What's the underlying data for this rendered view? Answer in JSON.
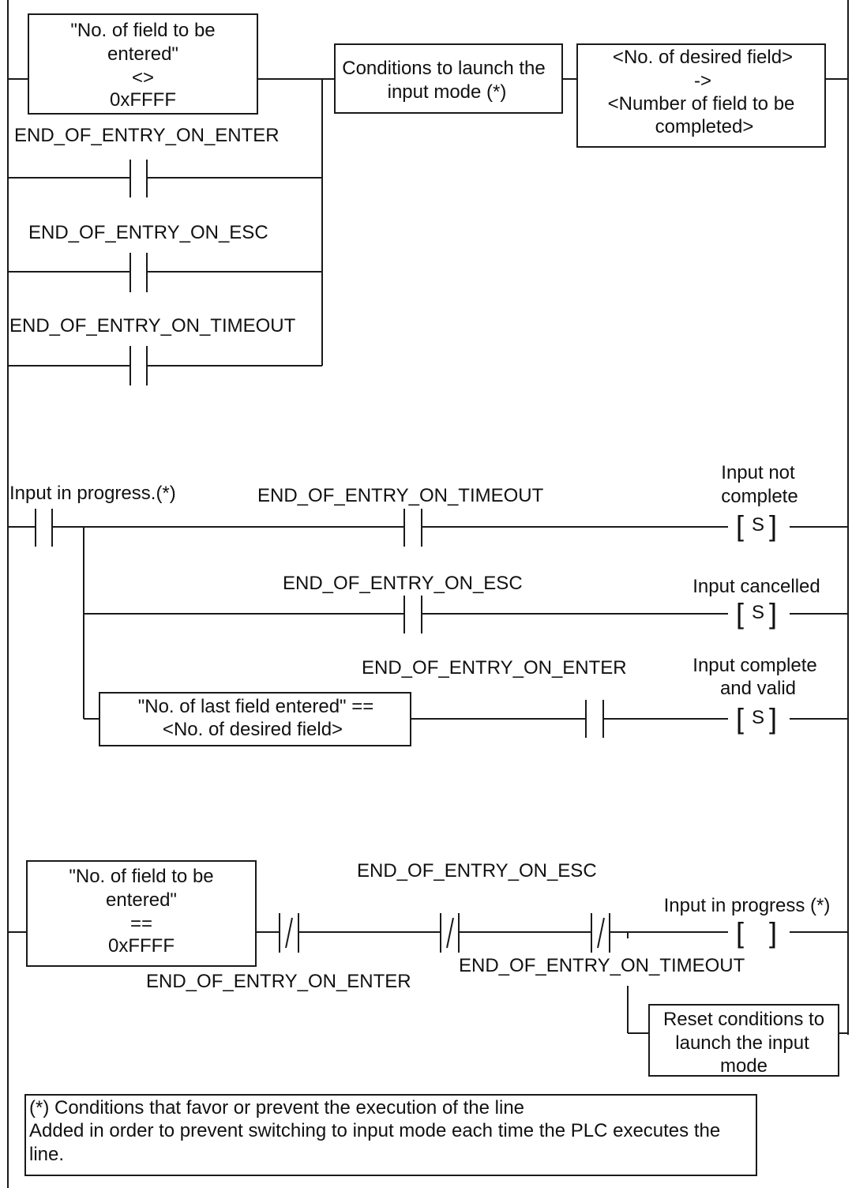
{
  "rung1": {
    "condition_box": {
      "line1": "\"No. of field to be",
      "line2": "entered\"",
      "line3": "<>",
      "line4": "0xFFFF"
    },
    "contact_enter": "END_OF_ENTRY_ON_ENTER",
    "contact_esc": "END_OF_ENTRY_ON_ESC",
    "contact_timeout": "END_OF_ENTRY_ON_TIMEOUT",
    "launch_box": {
      "line1": "Conditions to launch the",
      "line2": "input mode (*)"
    },
    "assign_box": {
      "line1": "<No. of desired field>",
      "line2": "->",
      "line3": "<Number of field to be",
      "line4": "completed>"
    }
  },
  "rung2": {
    "input_in_progress": "Input in progress.(*)",
    "contact_timeout": "END_OF_ENTRY_ON_TIMEOUT",
    "coil_not_complete": {
      "line1": "Input not",
      "line2": "complete",
      "letter": "S"
    },
    "contact_esc": "END_OF_ENTRY_ON_ESC",
    "coil_cancelled": {
      "line1": "Input cancelled",
      "letter": "S"
    },
    "compare_box": {
      "line1": "\"No. of last field entered\" ==",
      "line2": "<No. of desired field>"
    },
    "contact_enter": "END_OF_ENTRY_ON_ENTER",
    "coil_complete_valid": {
      "line1": "Input complete",
      "line2": "and valid",
      "letter": "S"
    }
  },
  "rung3": {
    "condition_box": {
      "line1": "\"No. of field to be",
      "line2": "entered\"",
      "line3": "==",
      "line4": "0xFFFF"
    },
    "nc_enter": "END_OF_ENTRY_ON_ENTER",
    "nc_esc": "END_OF_ENTRY_ON_ESC",
    "nc_timeout": "END_OF_ENTRY_ON_TIMEOUT",
    "coil_in_progress": {
      "line1": "Input in progress (*)"
    },
    "reset_box": {
      "line1": "Reset conditions to",
      "line2": "launch the input",
      "line3": "mode"
    }
  },
  "note": {
    "line1": "(*) Conditions that favor or prevent the execution of the line",
    "line2": "Added in order to prevent switching to input mode each time the PLC executes the",
    "line3": "line."
  }
}
